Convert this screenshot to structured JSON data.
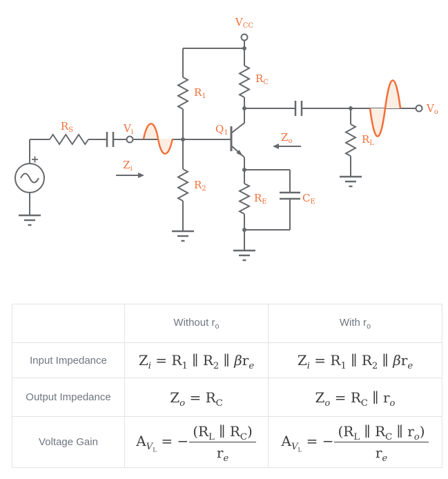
{
  "circuit": {
    "labels": {
      "vcc": {
        "main": "V",
        "sub": "CC"
      },
      "r1": {
        "main": "R",
        "sub": "1"
      },
      "rc": {
        "main": "R",
        "sub": "C"
      },
      "rs": {
        "main": "R",
        "sub": "S"
      },
      "vi": {
        "main": "V",
        "sub": "i"
      },
      "zi": {
        "main": "Z",
        "sub": "i"
      },
      "q1": {
        "main": "Q",
        "sub": "1"
      },
      "zo": {
        "main": "Z",
        "sub": "o"
      },
      "r2": {
        "main": "R",
        "sub": "2"
      },
      "re": {
        "main": "R",
        "sub": "E"
      },
      "ce": {
        "main": "C",
        "sub": "E"
      },
      "rl": {
        "main": "R",
        "sub": "L"
      },
      "vo": {
        "main": "V",
        "sub": "o"
      }
    },
    "colors": {
      "wire": "#66686b",
      "label": "#f2703a",
      "sine_stroke": "#f2703a",
      "sine_fill": "#fdeee4"
    }
  },
  "table": {
    "headers": [
      {
        "text": "",
        "sub": ""
      },
      {
        "text": "Without r",
        "sub": "o"
      },
      {
        "text": "With r",
        "sub": "o"
      }
    ],
    "rows": [
      {
        "label": "Input Impedance",
        "without": [
          {
            "t": "Z"
          },
          {
            "subi": "i"
          },
          {
            "t": " = R"
          },
          {
            "sub": "1"
          },
          {
            "t": " ∥ R"
          },
          {
            "sub": "2"
          },
          {
            "t": " ∥ "
          },
          {
            "it": "β"
          },
          {
            "t": "r"
          },
          {
            "subi": "e"
          }
        ],
        "with": [
          {
            "t": "Z"
          },
          {
            "subi": "i"
          },
          {
            "t": " = R"
          },
          {
            "sub": "1"
          },
          {
            "t": " ∥ R"
          },
          {
            "sub": "2"
          },
          {
            "t": " ∥ "
          },
          {
            "it": "β"
          },
          {
            "t": "r"
          },
          {
            "subi": "e"
          }
        ]
      },
      {
        "label": "Output Impedance",
        "without": [
          {
            "t": "Z"
          },
          {
            "subi": "o"
          },
          {
            "t": " = R"
          },
          {
            "sub": "C"
          }
        ],
        "with": [
          {
            "t": "Z"
          },
          {
            "subi": "o"
          },
          {
            "t": " = R"
          },
          {
            "sub": "C"
          },
          {
            "t": " ∥ r"
          },
          {
            "subi": "o"
          }
        ]
      },
      {
        "label": "Voltage Gain",
        "without": [
          {
            "t": "A"
          },
          {
            "sub": [
              {
                "it": "V"
              },
              {
                "sub": "L"
              }
            ]
          },
          {
            "t": " = −"
          },
          {
            "frac": {
              "num": [
                {
                  "t": "(R"
                },
                {
                  "sub": "L"
                },
                {
                  "t": " ∥ R"
                },
                {
                  "sub": "C"
                },
                {
                  "t": ")"
                }
              ],
              "den": [
                {
                  "t": "r"
                },
                {
                  "subi": "e"
                }
              ]
            }
          }
        ],
        "with": [
          {
            "t": "A"
          },
          {
            "sub": [
              {
                "it": "V"
              },
              {
                "sub": "L"
              }
            ]
          },
          {
            "t": " = −"
          },
          {
            "frac": {
              "num": [
                {
                  "t": "(R"
                },
                {
                  "sub": "L"
                },
                {
                  "t": " ∥ R"
                },
                {
                  "sub": "C"
                },
                {
                  "t": " ∥ r"
                },
                {
                  "subi": "o"
                },
                {
                  "t": ")"
                }
              ],
              "den": [
                {
                  "t": "r"
                },
                {
                  "subi": "e"
                }
              ]
            }
          }
        ]
      }
    ]
  }
}
